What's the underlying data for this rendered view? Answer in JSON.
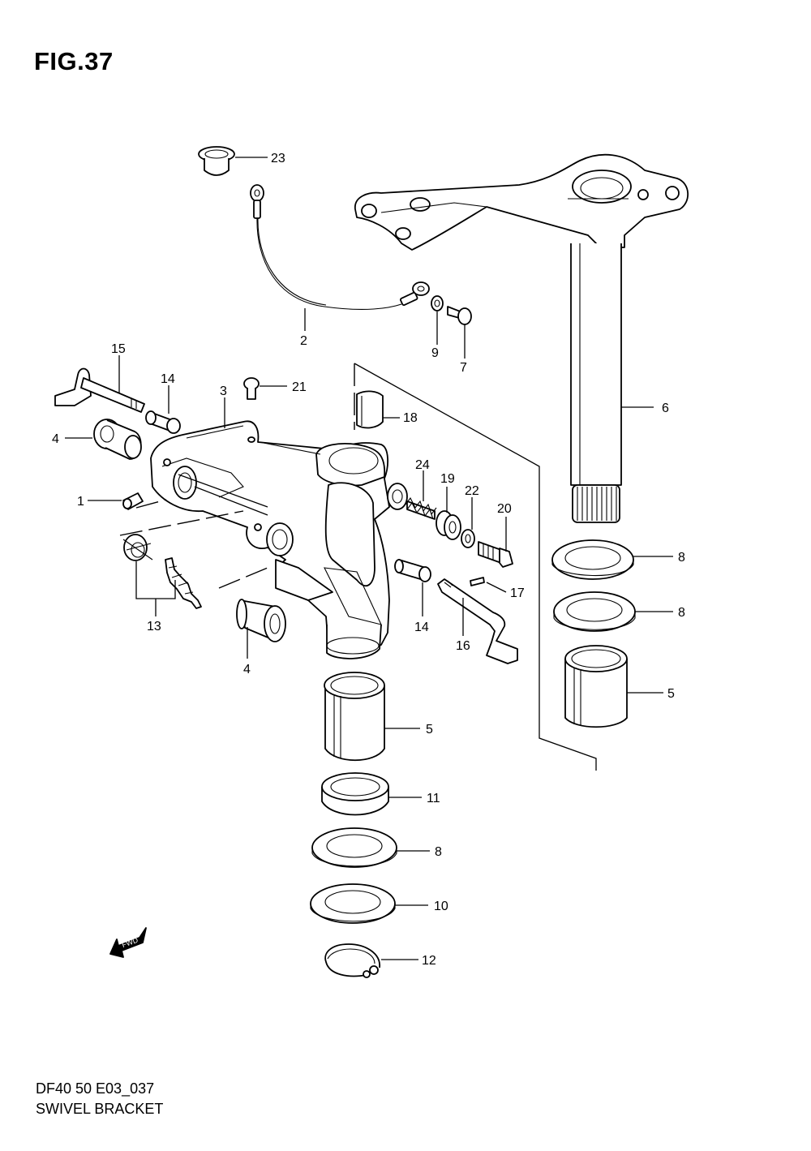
{
  "figure": {
    "title": "FIG.37",
    "model_code": "DF40 50 E03_037",
    "caption": "SWIVEL BRACKET",
    "fwd_label": "FWD"
  },
  "callouts": [
    "23",
    "2",
    "9",
    "7",
    "15",
    "14",
    "3",
    "21",
    "18",
    "6",
    "4",
    "24",
    "19",
    "22",
    "20",
    "1",
    "8",
    "8",
    "17",
    "13",
    "14",
    "16",
    "4",
    "5",
    "5",
    "11",
    "8",
    "10",
    "12"
  ],
  "colors": {
    "line": "#000000",
    "background": "#ffffff"
  }
}
